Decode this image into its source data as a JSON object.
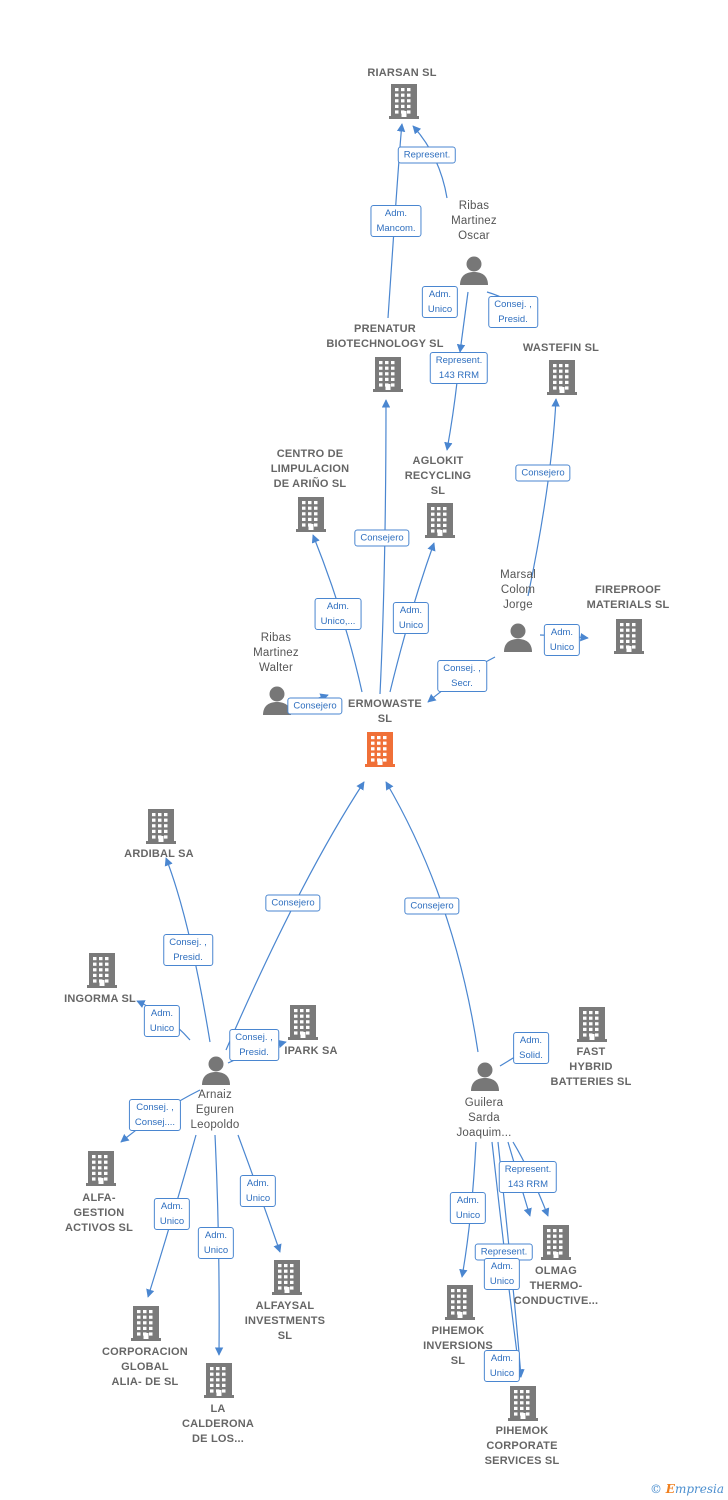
{
  "colors": {
    "edge": "#4a86d0",
    "building": "#7a7a7a",
    "building_main": "#f07038",
    "person": "#777777"
  },
  "nodes": [
    {
      "id": "riarsan",
      "type": "company",
      "label": "RIARSAN  SL"
    },
    {
      "id": "ribas_oscar",
      "type": "person",
      "label": "Ribas\nMartinez\nOscar"
    },
    {
      "id": "prenatur",
      "type": "company",
      "label": "PRENATUR\nBIOTECHNOLOGY SL"
    },
    {
      "id": "wastefin",
      "type": "company",
      "label": "WASTEFIN  SL"
    },
    {
      "id": "centro",
      "type": "company",
      "label": "CENTRO DE\nLIMPULACION\nDE ARIÑO  SL"
    },
    {
      "id": "aglokit",
      "type": "company",
      "label": "AGLOKIT\nRECYCLING\nSL"
    },
    {
      "id": "marsal",
      "type": "person",
      "label": "Marsal\nColom\nJorge"
    },
    {
      "id": "fireproof",
      "type": "company",
      "label": "FIREPROOF\nMATERIALS SL"
    },
    {
      "id": "ribas_walter",
      "type": "person",
      "label": "Ribas\nMartinez\nWalter"
    },
    {
      "id": "main",
      "type": "company_main",
      "label": "ERMOWASTE\nSL"
    },
    {
      "id": "ardibal",
      "type": "company",
      "label": "ARDIBAL SA"
    },
    {
      "id": "ingorma",
      "type": "company",
      "label": "INGORMA SL"
    },
    {
      "id": "ipark",
      "type": "company",
      "label": "IPARK SA"
    },
    {
      "id": "arnaiz",
      "type": "person",
      "label": "Arnaiz\nEguren\nLeopoldo"
    },
    {
      "id": "guilera",
      "type": "person",
      "label": "Guilera\nSarda\nJoaquim..."
    },
    {
      "id": "fast",
      "type": "company",
      "label": "FAST\nHYBRID\nBATTERIES  SL"
    },
    {
      "id": "alfa",
      "type": "company",
      "label": "ALFA-\nGESTION\nACTIVOS SL"
    },
    {
      "id": "corporacion",
      "type": "company",
      "label": "CORPORACION\nGLOBAL\nALIA- DE  SL"
    },
    {
      "id": "calderona",
      "type": "company",
      "label": "LA\nCALDERONA\nDE LOS..."
    },
    {
      "id": "alfaysal",
      "type": "company",
      "label": "ALFAYSAL\nINVESTMENTS\nSL"
    },
    {
      "id": "olmag",
      "type": "company",
      "label": "OLMAG\nTHERMO-\nCONDUCTIVE..."
    },
    {
      "id": "pihemok_inv",
      "type": "company",
      "label": "PIHEMOK\nINVERSIONS\nSL"
    },
    {
      "id": "pihemok_corp",
      "type": "company",
      "label": "PIHEMOK\nCORPORATE\nSERVICES  SL"
    }
  ],
  "edges": [
    {
      "from": "prenatur",
      "to": "riarsan",
      "label": "Adm.\nMancom."
    },
    {
      "from": "ribas_oscar",
      "to": "riarsan",
      "label": "Represent."
    },
    {
      "from": "ribas_oscar",
      "to": "wastefin",
      "label": "Consej. ,\nPresid."
    },
    {
      "from": "ribas_oscar",
      "to": "aglokit",
      "label": "Adm.\nUnico"
    },
    {
      "from": "ribas_oscar",
      "to": "aglokit",
      "label": "Represent.\n143 RRM"
    },
    {
      "from": "main",
      "to": "prenatur",
      "label": "Consejero"
    },
    {
      "from": "marsal",
      "to": "wastefin",
      "label": "Consejero"
    },
    {
      "from": "marsal",
      "to": "fireproof",
      "label": "Adm.\nUnico"
    },
    {
      "from": "marsal",
      "to": "main",
      "label": "Consej. ,\nSecr."
    },
    {
      "from": "main",
      "to": "centro",
      "label": "Adm.\nUnico,..."
    },
    {
      "from": "main",
      "to": "aglokit",
      "label": "Adm.\nUnico"
    },
    {
      "from": "ribas_walter",
      "to": "main",
      "label": "Consejero"
    },
    {
      "from": "arnaiz",
      "to": "main",
      "label": "Consejero"
    },
    {
      "from": "guilera",
      "to": "main",
      "label": "Consejero"
    },
    {
      "from": "arnaiz",
      "to": "ardibal",
      "label": "Consej. ,\nPresid."
    },
    {
      "from": "arnaiz",
      "to": "ingorma",
      "label": "Adm.\nUnico"
    },
    {
      "from": "arnaiz",
      "to": "ipark",
      "label": "Consej. ,\nPresid."
    },
    {
      "from": "arnaiz",
      "to": "alfa",
      "label": "Consej. ,\nConsej...."
    },
    {
      "from": "arnaiz",
      "to": "corporacion",
      "label": "Adm.\nUnico"
    },
    {
      "from": "arnaiz",
      "to": "calderona",
      "label": "Adm.\nUnico"
    },
    {
      "from": "arnaiz",
      "to": "alfaysal",
      "label": "Adm.\nUnico"
    },
    {
      "from": "guilera",
      "to": "fast",
      "label": "Adm.\nSolid."
    },
    {
      "from": "guilera",
      "to": "olmag",
      "label": "Represent.\n143 RRM"
    },
    {
      "from": "guilera",
      "to": "pihemok_inv",
      "label": "Adm.\nUnico"
    },
    {
      "from": "guilera",
      "to": "pihemok_corp",
      "label": "Represent."
    },
    {
      "from": "guilera",
      "to": "olmag",
      "label": "Adm.\nUnico"
    },
    {
      "from": "guilera",
      "to": "pihemok_corp",
      "label": "Adm.\nUnico"
    }
  ],
  "brand": {
    "copyright": "©",
    "e": "E",
    "rest": "mpresia"
  }
}
